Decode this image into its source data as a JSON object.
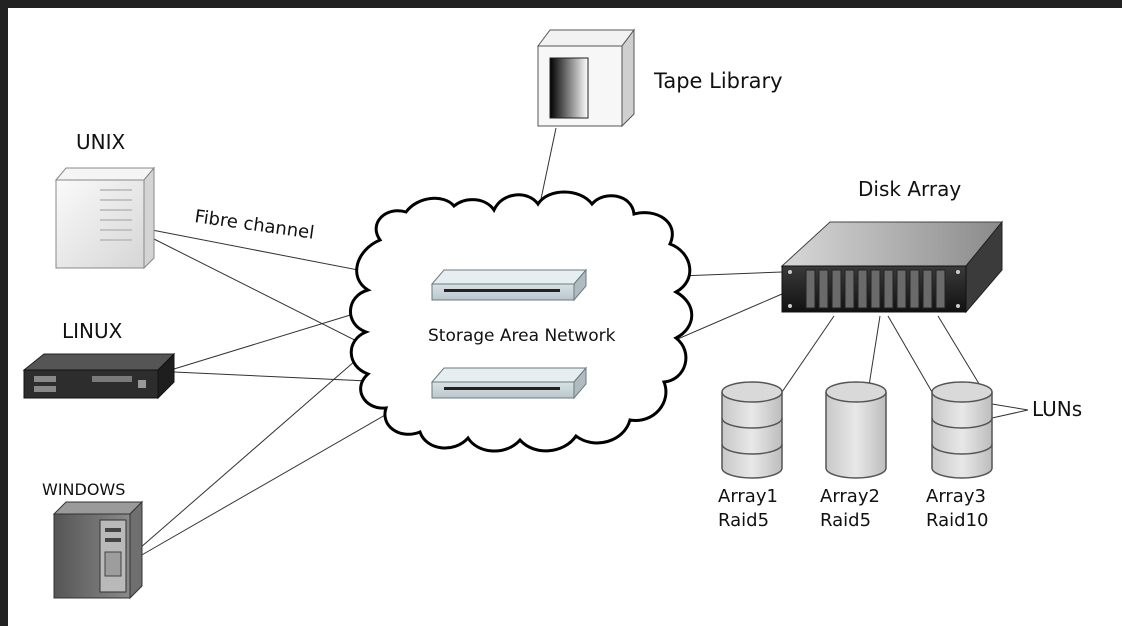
{
  "labels": {
    "tape_library": "Tape Library",
    "unix": "UNIX",
    "linux": "LINUX",
    "windows": "WINDOWS",
    "fibre_channel": "Fibre channel",
    "san": "Storage Area Network",
    "disk_array": "Disk Array",
    "luns": "LUNs"
  },
  "arrays": [
    {
      "name": "Array1",
      "raid": "Raid5"
    },
    {
      "name": "Array2",
      "raid": "Raid5"
    },
    {
      "name": "Array3",
      "raid": "Raid10"
    }
  ]
}
